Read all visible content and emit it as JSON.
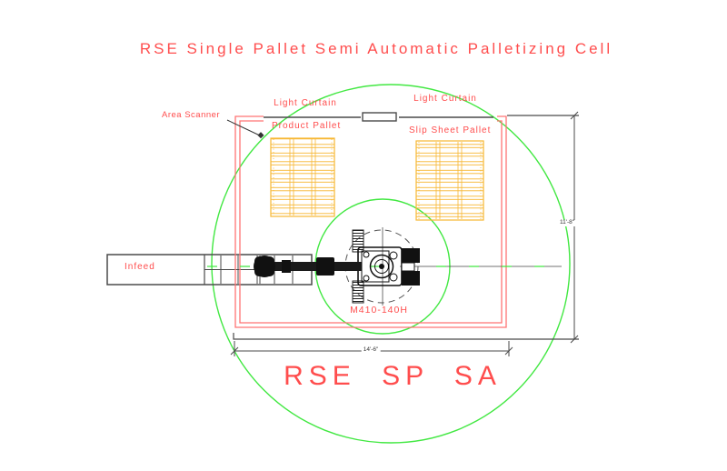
{
  "title": "RSE Single Pallet Semi Automatic Palletizing Cell",
  "annotations": {
    "area_scanner": "Area Scanner",
    "light_curtain_left": "Light Curtain",
    "light_curtain_right": "Light Curtain",
    "product_pallet": "Product Pallet",
    "slip_sheet_pallet": "Slip Sheet Pallet",
    "infeed": "Infeed",
    "robot_model": "M410-140H",
    "cell_name": "RSE SP SA"
  },
  "dimensions": {
    "cell_width": "14'-6\"",
    "cell_height": "11'-8\""
  },
  "colors": {
    "annotation_red": "#FF4D4D",
    "fence_red": "#FF7373",
    "pallet_orange": "#F7B733",
    "safety_green": "#42E842",
    "line_dark": "#4A4A4A",
    "robot_black": "#111111"
  }
}
